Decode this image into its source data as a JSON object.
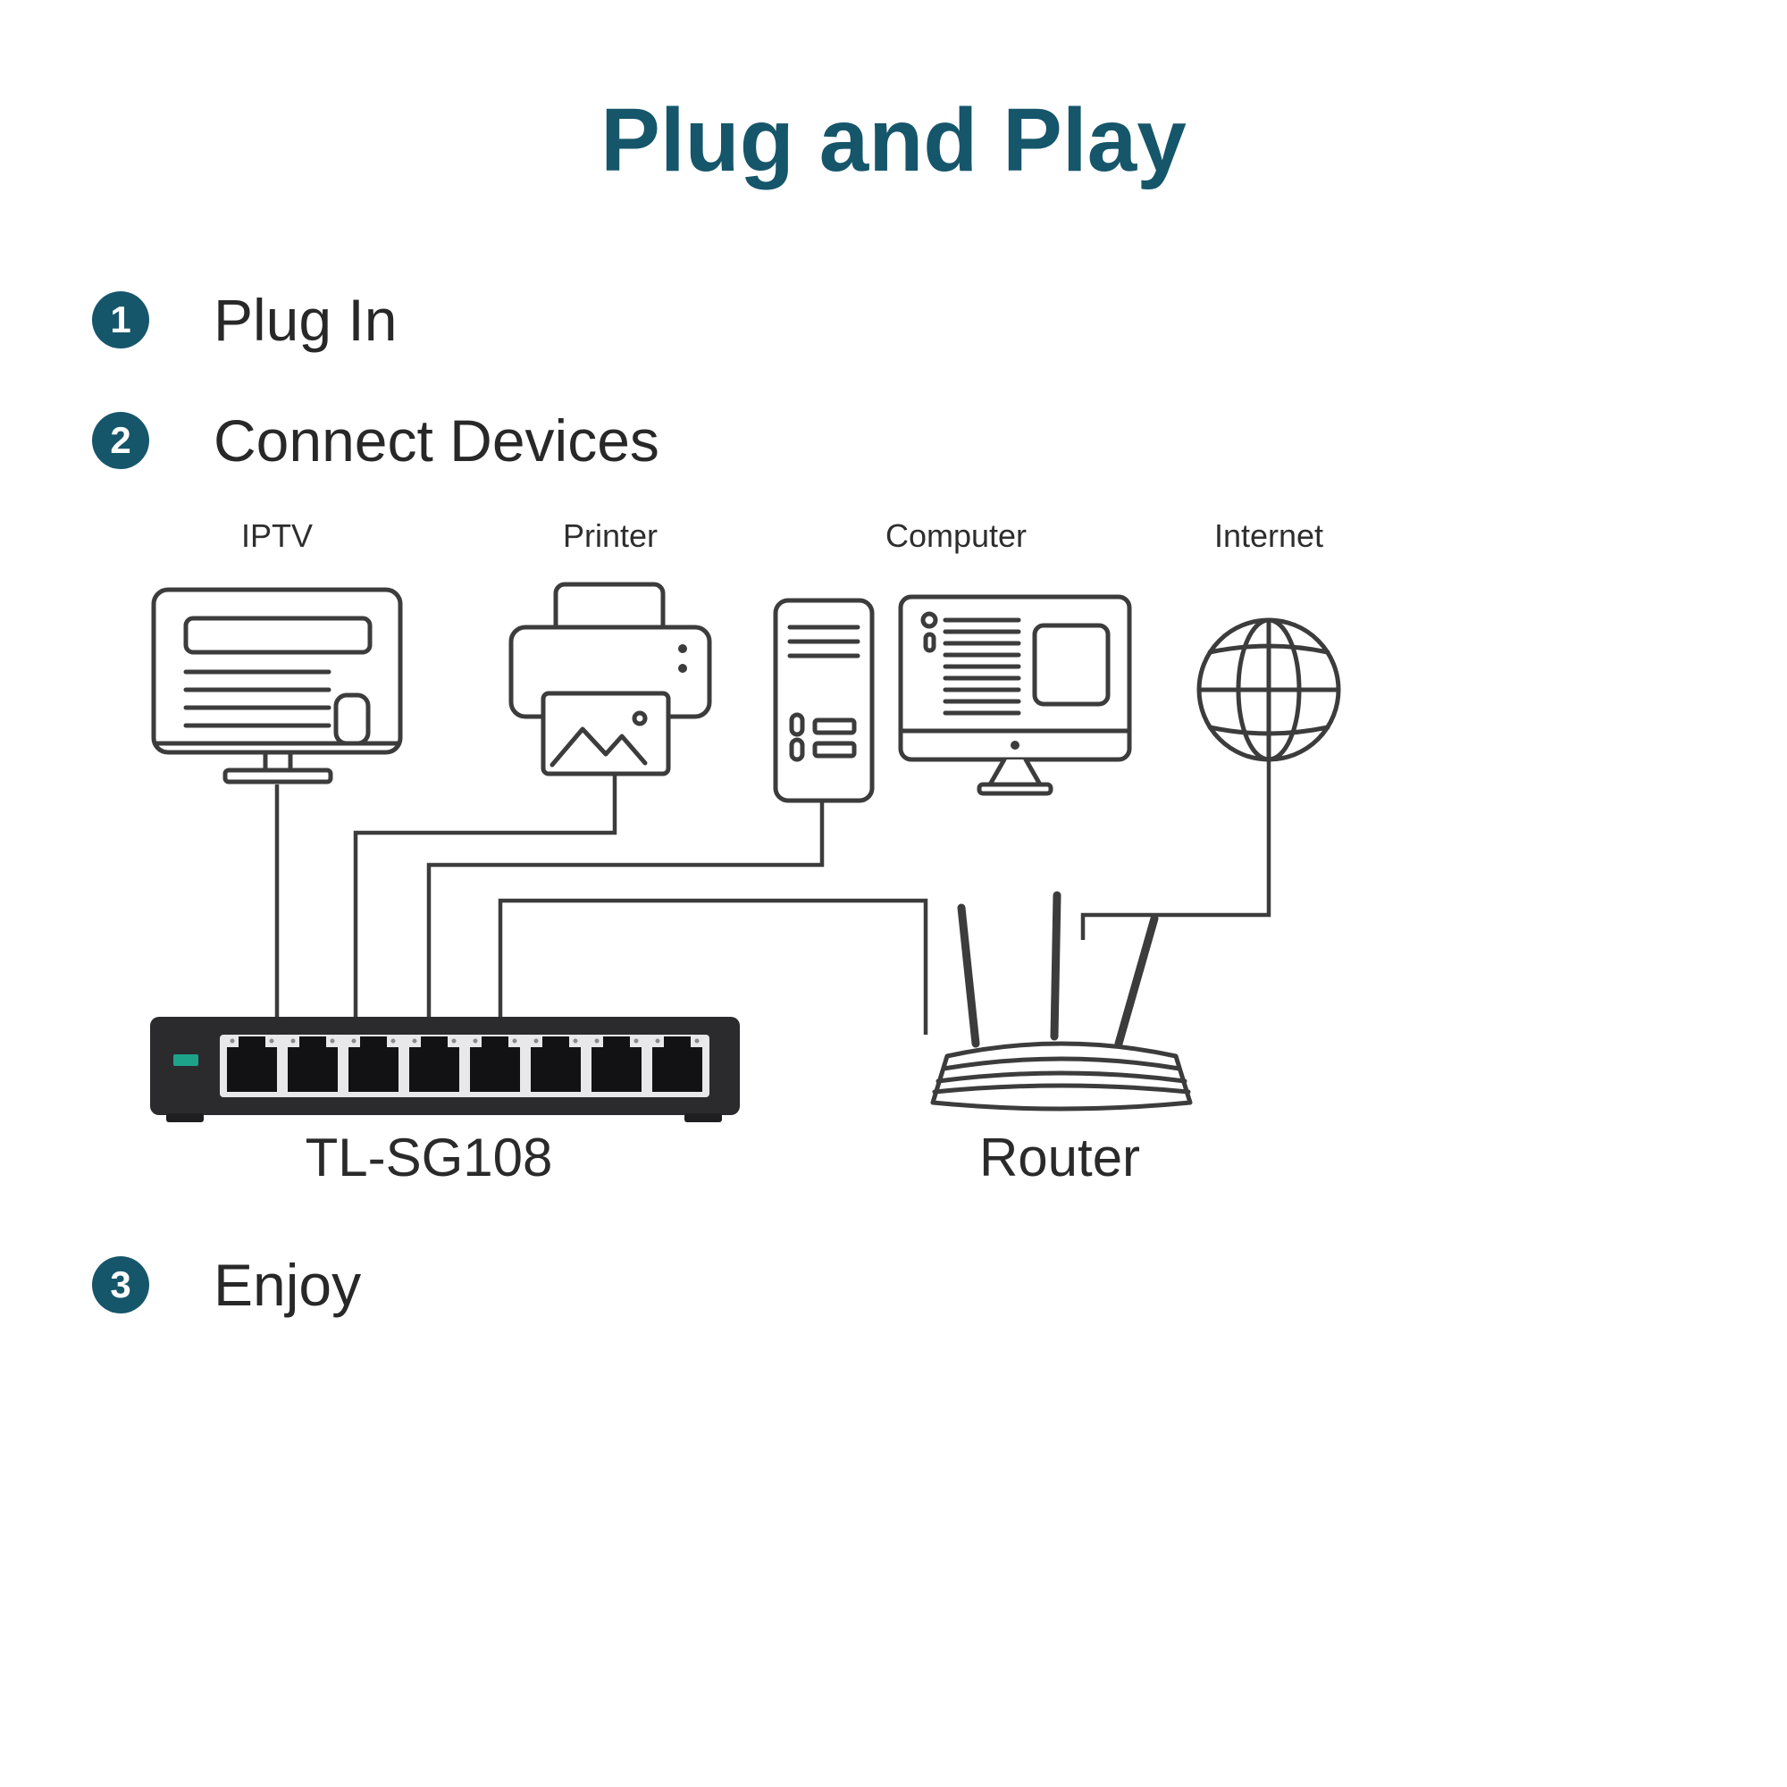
{
  "title": "Plug and Play",
  "steps": {
    "one": {
      "number": "1",
      "label": "Plug In"
    },
    "two": {
      "number": "2",
      "label": "Connect Devices"
    },
    "three": {
      "number": "3",
      "label": "Enjoy"
    }
  },
  "diagram": {
    "labels": {
      "iptv": "IPTV",
      "printer": "Printer",
      "computer": "Computer",
      "internet": "Internet",
      "switch": "TL-SG108",
      "router": "Router"
    }
  },
  "colors": {
    "accent_teal": "#16566B",
    "text_dark": "#282828",
    "line_art": "#3C3C3C",
    "led_green": "#1EA38B"
  }
}
